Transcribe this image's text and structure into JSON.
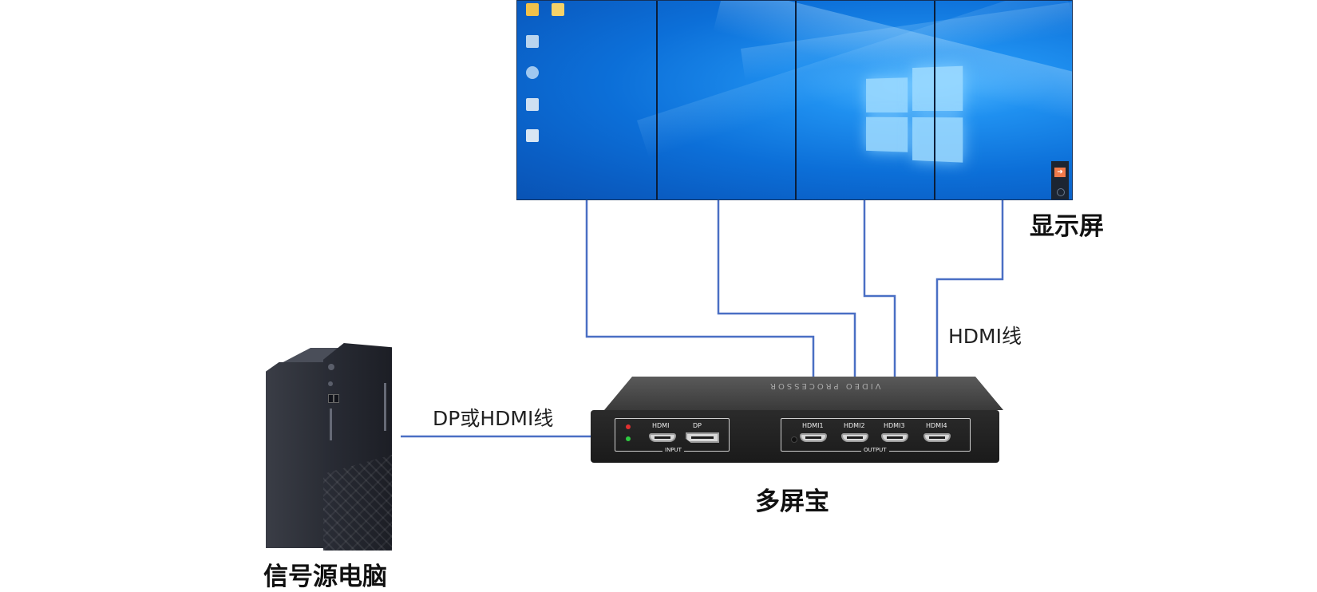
{
  "labels": {
    "display": "显示屏",
    "hdmi_cable": "HDMI线",
    "dp_cable": "DP或HDMI线",
    "device": "多屏宝",
    "source_pc": "信号源电脑"
  },
  "processor": {
    "input_caption": "INPUT",
    "output_caption": "OUTPUT",
    "input_ports": [
      "HDMI",
      "DP"
    ],
    "output_ports": [
      "HDMI1",
      "HDMI2",
      "HDMI3",
      "HDMI4"
    ],
    "top_print": "VIDEO PROCESSOR"
  },
  "colors": {
    "cable": "#4a6fc4",
    "screen": "#0c6fd8",
    "box": "#222222"
  }
}
